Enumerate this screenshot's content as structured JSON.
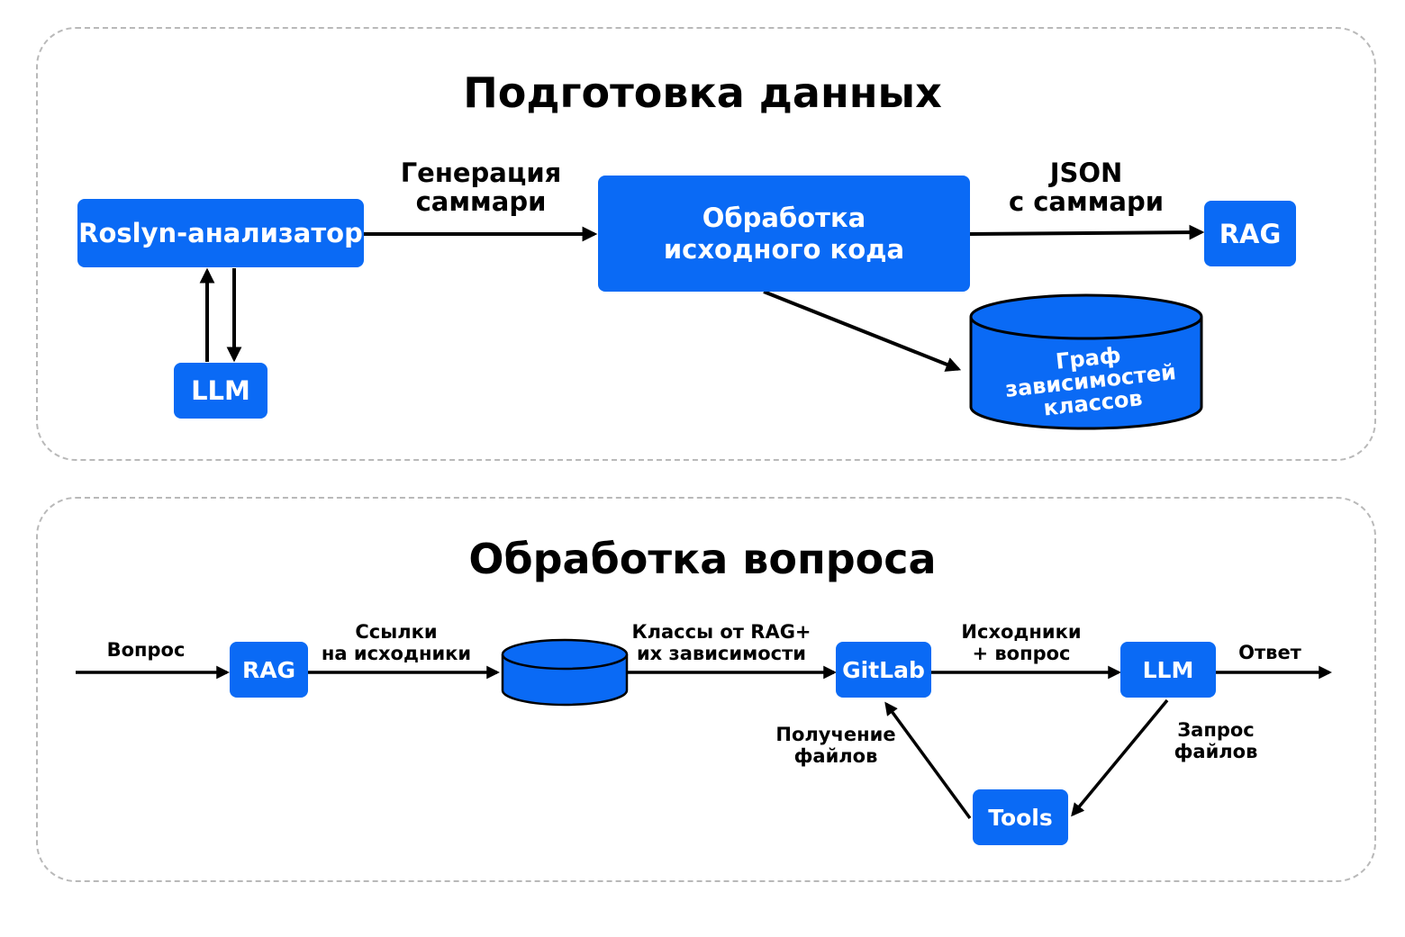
{
  "colors": {
    "accent": "#0a6af5",
    "border": "#b9b9b9",
    "arrow": "#000000"
  },
  "prep": {
    "title": "Подготовка данных",
    "roslyn": "Roslyn-анализатор",
    "llm": "LLM",
    "gen_label": "Генерация\nсаммари",
    "processing": "Обработка\nисходного кода",
    "json_label": "JSON\nс саммари",
    "rag": "RAG",
    "graph_db": "Граф\nзависимостей\nклассов"
  },
  "query": {
    "title": "Обработка вопроса",
    "question_label": "Вопрос",
    "rag": "RAG",
    "links_label": "Ссылки\nна исходники",
    "classes_label": "Классы от RAG+\nих зависимости",
    "gitlab": "GitLab",
    "sources_label": "Исходники\n+ вопрос",
    "llm": "LLM",
    "answer_label": "Ответ",
    "get_files_label": "Получение\nфайлов",
    "request_files_label": "Запрос\nфайлов",
    "tools": "Tools"
  }
}
